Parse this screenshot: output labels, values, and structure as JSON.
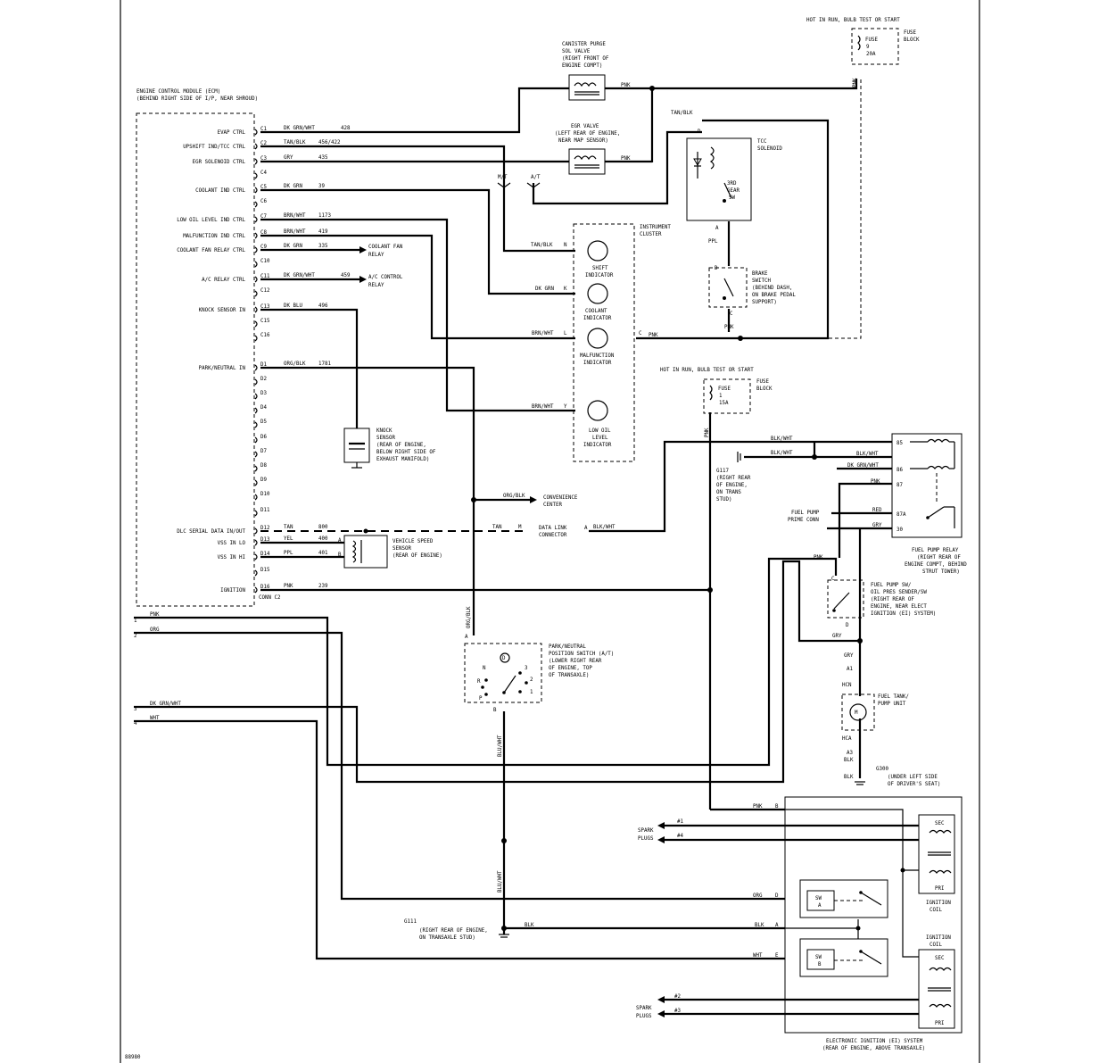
{
  "figure_id": "88980",
  "ecm": {
    "title_lines": [
      "ENGINE CONTROL MODULE (ECM)",
      "(BEHIND RIGHT SIDE OF I/P, NEAR SHROUD)"
    ],
    "conn_label": "CONN C2",
    "pins": [
      {
        "id": "C1",
        "name": "EVAP CTRL",
        "wire": "DK GRN/WHT",
        "circuit": "428"
      },
      {
        "id": "C2",
        "name": "UPSHIFT IND/TCC CTRL",
        "wire": "TAN/BLK",
        "circuit": "456/422"
      },
      {
        "id": "C3",
        "name": "EGR SOLENOID CTRL",
        "wire": "GRY",
        "circuit": "435"
      },
      {
        "id": "C4",
        "name": "",
        "wire": "",
        "circuit": ""
      },
      {
        "id": "C5",
        "name": "COOLANT IND CTRL",
        "wire": "DK GRN",
        "circuit": "39"
      },
      {
        "id": "C6",
        "name": "",
        "wire": "",
        "circuit": ""
      },
      {
        "id": "C7",
        "name": "LOW OIL LEVEL IND CTRL",
        "wire": "BRN/WHT",
        "circuit": "1173"
      },
      {
        "id": "C8",
        "name": "MALFUNCTION IND CTRL",
        "wire": "BRN/WHT",
        "circuit": "419"
      },
      {
        "id": "C9",
        "name": "COOLANT FAN RELAY CTRL",
        "wire": "DK GRN",
        "circuit": "335"
      },
      {
        "id": "C10",
        "name": "",
        "wire": "",
        "circuit": ""
      },
      {
        "id": "C11",
        "name": "A/C RELAY CTRL",
        "wire": "DK GRN/WHT",
        "circuit": "459"
      },
      {
        "id": "C12",
        "name": "",
        "wire": "",
        "circuit": ""
      },
      {
        "id": "C13",
        "name": "KNOCK SENSOR IN",
        "wire": "DK BLU",
        "circuit": "496"
      },
      {
        "id": "C15",
        "name": "",
        "wire": "",
        "circuit": ""
      },
      {
        "id": "C16",
        "name": "",
        "wire": "",
        "circuit": ""
      },
      {
        "id": "D1",
        "name": "PARK/NEUTRAL IN",
        "wire": "ORG/BLK",
        "circuit": "1781"
      },
      {
        "id": "D2",
        "name": "",
        "wire": "",
        "circuit": ""
      },
      {
        "id": "D3",
        "name": "",
        "wire": "",
        "circuit": ""
      },
      {
        "id": "D4",
        "name": "",
        "wire": "",
        "circuit": ""
      },
      {
        "id": "D5",
        "name": "",
        "wire": "",
        "circuit": ""
      },
      {
        "id": "D6",
        "name": "",
        "wire": "",
        "circuit": ""
      },
      {
        "id": "D7",
        "name": "",
        "wire": "",
        "circuit": ""
      },
      {
        "id": "D8",
        "name": "",
        "wire": "",
        "circuit": ""
      },
      {
        "id": "D9",
        "name": "",
        "wire": "",
        "circuit": ""
      },
      {
        "id": "D10",
        "name": "",
        "wire": "",
        "circuit": ""
      },
      {
        "id": "D11",
        "name": "",
        "wire": "",
        "circuit": ""
      },
      {
        "id": "D12",
        "name": "DLC SERIAL DATA IN/OUT",
        "wire": "TAN",
        "circuit": "800"
      },
      {
        "id": "D13",
        "name": "VSS IN LO",
        "wire": "YEL",
        "circuit": "400"
      },
      {
        "id": "D14",
        "name": "VSS IN HI",
        "wire": "PPL",
        "circuit": "401"
      },
      {
        "id": "D15",
        "name": "",
        "wire": "",
        "circuit": ""
      },
      {
        "id": "D16",
        "name": "IGNITION",
        "wire": "PNK",
        "circuit": "239"
      }
    ]
  },
  "left_terminals": [
    {
      "num": "1",
      "wire": "PNK"
    },
    {
      "num": "2",
      "wire": "ORG"
    },
    {
      "num": "3",
      "wire": "DK GRN/WHT"
    },
    {
      "num": "4",
      "wire": "WHT"
    }
  ],
  "components": {
    "canister": [
      "CANISTER PURGE",
      "SOL VALVE",
      "(RIGHT FRONT OF",
      "ENGINE COMPT)"
    ],
    "egr": [
      "EGR VALVE",
      "(LEFT REAR OF ENGINE,",
      "NEAR MAP SENSOR)"
    ],
    "tcc": [
      "TCC",
      "SOLENOID"
    ],
    "gear_sw": [
      "3RD",
      "GEAR",
      "SW"
    ],
    "brake": [
      "BRAKE",
      "SWITCH",
      "(BEHIND DASH,",
      "ON BRAKE PEDAL",
      "SUPPORT)"
    ],
    "cluster": [
      "INSTRUMENT",
      "CLUSTER"
    ],
    "shift": [
      "SHIFT",
      "INDICATOR"
    ],
    "coolant": [
      "COOLANT",
      "INDICATOR"
    ],
    "malfunction": [
      "MALFUNCTION",
      "INDICATOR"
    ],
    "lowoil": [
      "LOW OIL",
      "LEVEL",
      "INDICATOR"
    ],
    "coolant_fan": [
      "COOLANT FAN",
      "RELAY"
    ],
    "ac_relay": [
      "A/C CONTROL",
      "RELAY"
    ],
    "knock": [
      "KNOCK",
      "SENSOR",
      "(REAR OF ENGINE,",
      "BELOW RIGHT SIDE OF",
      "EXHAUST MANIFOLD)"
    ],
    "vss": [
      "VEHICLE SPEED",
      "SENSOR",
      "(REAR OF ENGINE)"
    ],
    "dlc": [
      "DATA LINK",
      "CONNECTOR"
    ],
    "convenience": [
      "CONVENIENCE",
      "CENTER"
    ],
    "park_neutral": [
      "PARK/NEUTRAL",
      "POSITION SWITCH (A/T)",
      "(LOWER RIGHT REAR",
      "OF ENGINE, TOP",
      "OF TRANSAXLE)"
    ],
    "fuse_top_hdr": "HOT IN RUN, BULB TEST OR START",
    "fuse_top": [
      "FUSE",
      "9",
      "20A"
    ],
    "fuse_block": [
      "FUSE",
      "BLOCK"
    ],
    "fuse_mid_hdr": "HOT IN RUN, BULB TEST OR START",
    "fuse_mid": [
      "FUSE",
      "1",
      "15A"
    ],
    "g117": [
      "G117",
      "(RIGHT REAR",
      "OF ENGINE,",
      "ON TRANS",
      "STUD)"
    ],
    "fuel_prime": [
      "FUEL PUMP",
      "PRIME CONN"
    ],
    "fuel_relay": [
      "FUEL PUMP RELAY",
      "(RIGHT REAR OF",
      "ENGINE COMPT, BEHIND",
      "STRUT TOWER)"
    ],
    "relay_pins": [
      "85",
      "86",
      "87",
      "87A",
      "30"
    ],
    "oil_sw": [
      "FUEL PUMP SW/",
      "OIL PRES SENDER/SW",
      "(RIGHT REAR OF",
      "ENGINE, NEAR ELECT",
      "IGNITION (EI) SYSTEM)"
    ],
    "fuel_tank": [
      "FUEL TANK/",
      "PUMP UNIT"
    ],
    "g300": [
      "G300",
      "(UNDER LEFT SIDE",
      "OF DRIVER'S SEAT)"
    ],
    "g111": [
      "G111",
      "(RIGHT REAR OF ENGINE,",
      "ON TRANSAXLE STUD)"
    ],
    "ei_system": [
      "ELECTRONIC IGNITION (EI) SYSTEM",
      "(REAR OF ENGINE, ABOVE TRANSAXLE)"
    ],
    "ign_coil": [
      "IGNITION",
      "COIL"
    ],
    "spark_plugs": [
      "SPARK",
      "PLUGS"
    ],
    "sec": "SEC",
    "pri": "PRI",
    "swa": [
      "SW",
      "A"
    ],
    "swb": [
      "SW",
      "B"
    ],
    "mt": "M/T",
    "at": "A/T",
    "hcn": "HCN",
    "hca": "HCA"
  },
  "wire_labels": {
    "pnk": "PNK",
    "tan_blk": "TAN/BLK",
    "dk_grn": "DK GRN",
    "brn_wht": "BRN/WHT",
    "ppl": "PPL",
    "org_blk": "ORG/BLK",
    "tan": "TAN",
    "blk_wht": "BLK/WHT",
    "dk_grn_wht": "DK GRN/WHT",
    "red": "RED",
    "gry": "GRY",
    "blk": "BLK",
    "org": "ORG",
    "wht": "WHT",
    "blu_wht": "BLU/WHT"
  },
  "plug_numbers": [
    "#1",
    "#4",
    "#2",
    "#3"
  ]
}
